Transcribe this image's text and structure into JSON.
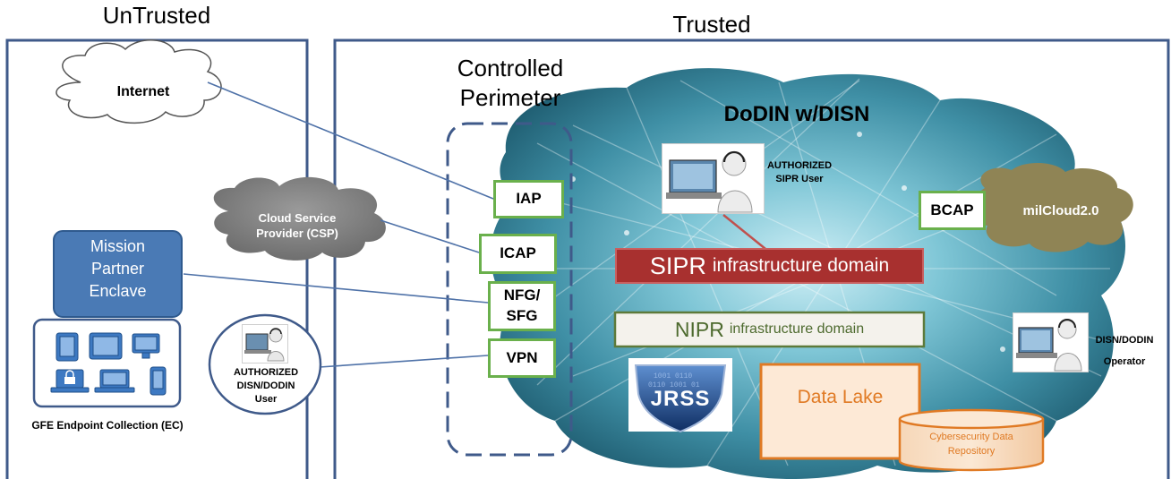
{
  "regions": {
    "untrusted": "UnTrusted",
    "trusted": "Trusted",
    "perimeter_line1": "Controlled",
    "perimeter_line2": "Perimeter"
  },
  "clouds": {
    "internet": "Internet",
    "csp_line1": "Cloud Service",
    "csp_line2": "Provider (CSP)",
    "dodin": "DoDIN w/DISN",
    "milcloud": "milCloud2.0"
  },
  "gateways": {
    "iap": "IAP",
    "icap": "ICAP",
    "nfg_line1": "NFG/",
    "nfg_line2": "SFG",
    "vpn": "VPN",
    "bcap": "BCAP"
  },
  "mission_partner": {
    "line1": "Mission",
    "line2": "Partner",
    "line3": "Enclave"
  },
  "gfe_label": "GFE Endpoint Collection (EC)",
  "users": {
    "disn_user_line1": "AUTHORIZED",
    "disn_user_line2": "DISN/DODIN",
    "disn_user_line3": "User",
    "sipr_user_line1": "AUTHORIZED",
    "sipr_user_line2": "SIPR User",
    "operator_line1": "DISN/DODIN",
    "operator_line2": "Operator"
  },
  "domains": {
    "sipr_big": "SIPR",
    "sipr_small": "infrastructure domain",
    "nipr_big": "NIPR",
    "nipr_small": "infrastructure domain"
  },
  "jrss": "JRSS",
  "data_lake": "Data Lake",
  "repository_line1": "Cybersecurity Data",
  "repository_line2": "Repository",
  "colors": {
    "frame": "#3f5a8a",
    "gateway_border": "#6ab04c",
    "mission_box": "#4a7ab5",
    "sipr_fill": "#a8302f",
    "nipr_border": "#5d7a3a",
    "orange": "#e07a24",
    "milcloud": "#8f8455",
    "csp": "#7a7a7a"
  }
}
